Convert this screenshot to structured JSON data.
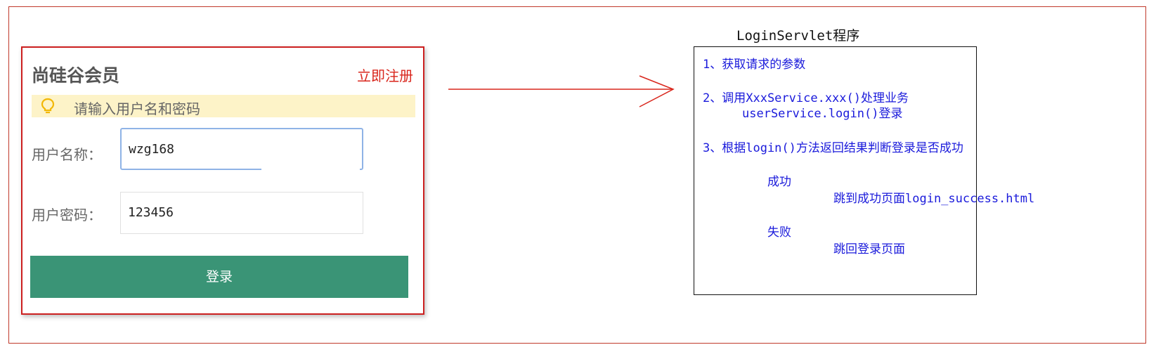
{
  "login_form": {
    "title": "尚硅谷会员",
    "register_link": "立即注册",
    "hint": "请输入用户名和密码",
    "username_label": "用户名称：",
    "username_value": "wzg168",
    "password_label": "用户密码：",
    "password_value": "123456",
    "login_button": "登录"
  },
  "servlet": {
    "title": "LoginServlet程序",
    "step1": "1、获取请求的参数",
    "step2": "2、调用XxxService.xxx()处理业务",
    "step2_detail": "userService.login()登录",
    "step3": "3、根据login()方法返回结果判断登录是否成功",
    "success_label": "成功",
    "success_action": "跳到成功页面login_success.html",
    "fail_label": "失败",
    "fail_action": "跳回登录页面"
  },
  "colors": {
    "frame_border": "#c0392b",
    "card_border": "#cc1f1f",
    "register_link": "#d9261c",
    "hint_background": "#fdf3c8",
    "hint_icon": "#f2b705",
    "button_background": "#3a9476",
    "arrow": "#d9261c",
    "servlet_text": "#1a1adb"
  },
  "icons": {
    "hint": "lightbulb-icon",
    "arrow": "right-arrow"
  }
}
